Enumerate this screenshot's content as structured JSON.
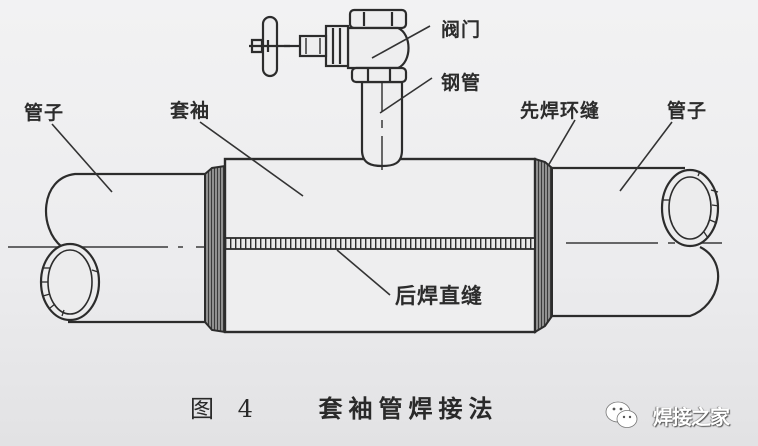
{
  "figure": {
    "caption_number": "图 4",
    "caption_title": "套袖管焊接法",
    "colors": {
      "paper": "#ededee",
      "ink": "#2c2c2c",
      "weld_fill": "#6e6e6e"
    },
    "labels": {
      "pipe_left": "管子",
      "sleeve": "套袖",
      "valve": "阀门",
      "steel_pipe": "钢管",
      "circ_weld_first": "先焊环缝",
      "pipe_right": "管子",
      "longitudinal_weld_later": "后焊直缝"
    }
  },
  "watermark": {
    "icon": "wechat-icon",
    "text": "焊接之家"
  }
}
